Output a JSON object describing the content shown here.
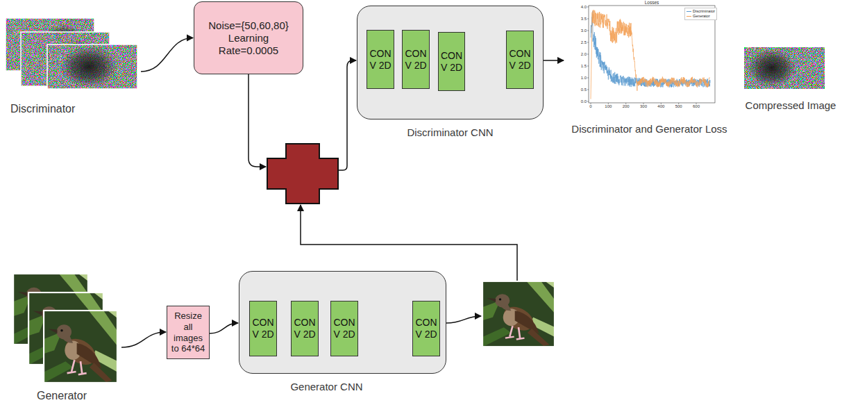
{
  "diagram": {
    "nodes": [
      {
        "text": [
          "Discriminator"
        ]
      },
      {
        "text": [
          "Noise={50,60,80} Learning Rate=0.0005"
        ]
      },
      {
        "text": [
          "Discriminator CNN"
        ]
      },
      {
        "text": [
          "CON V 2D"
        ],
        "in": 2
      },
      {
        "text": [
          "CON V 2D"
        ],
        "in": 2
      },
      {
        "text": [
          "CON V 2D"
        ],
        "in": 2
      },
      {
        "text": [
          "CON V 2D"
        ],
        "in": 2
      },
      {
        "text": [
          "Discriminator and Generator Loss"
        ]
      },
      {
        "text": [
          "Compressed Image"
        ]
      },
      {
        "text": [
          "Generator"
        ]
      },
      {
        "text": [
          "Resize all images to 64*64"
        ]
      },
      {
        "text": [
          "Generator CNN"
        ]
      },
      {
        "text": [
          "CON V 2D"
        ],
        "in": 11
      },
      {
        "text": [
          "CON V 2D"
        ],
        "in": 11
      },
      {
        "text": [
          "CON V 2D"
        ],
        "in": 11
      },
      {
        "text": [
          "CON V 2D"
        ],
        "in": 11
      }
    ],
    "edges": [
      {
        "from": 0,
        "to": 1,
        "arrow": "to"
      },
      {
        "from": 5,
        "to": 6,
        "arrow": "to"
      },
      {
        "from": 2,
        "to": 7,
        "arrow": "to"
      },
      {
        "from": 9,
        "to": 10,
        "arrow": "to"
      },
      {
        "from": 10,
        "to": 11,
        "arrow": "to"
      },
      {
        "from": 14,
        "to": 15,
        "arrow": "to"
      }
    ],
    "labels": [
      "Losses",
      "0.0",
      "0.5",
      "1.0",
      "1.5",
      "2.0",
      "2.5",
      "3.0",
      "3.5",
      "4.0",
      "0",
      "100",
      "200",
      "300",
      "400",
      "500",
      "600"
    ],
    "legend": [
      {
        "text": "Discriminator"
      },
      {
        "text": "Generator"
      }
    ]
  }
}
